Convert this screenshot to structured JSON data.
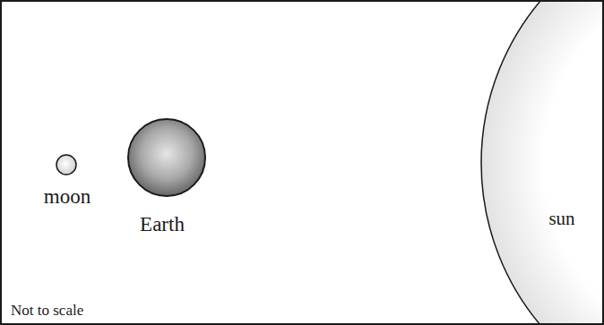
{
  "diagram": {
    "nodes": [
      {
        "text": [
          "moon"
        ]
      },
      {
        "text": [
          "Earth"
        ]
      },
      {
        "text": [
          "sun"
        ]
      }
    ],
    "labels": [
      "Not to scale"
    ]
  }
}
